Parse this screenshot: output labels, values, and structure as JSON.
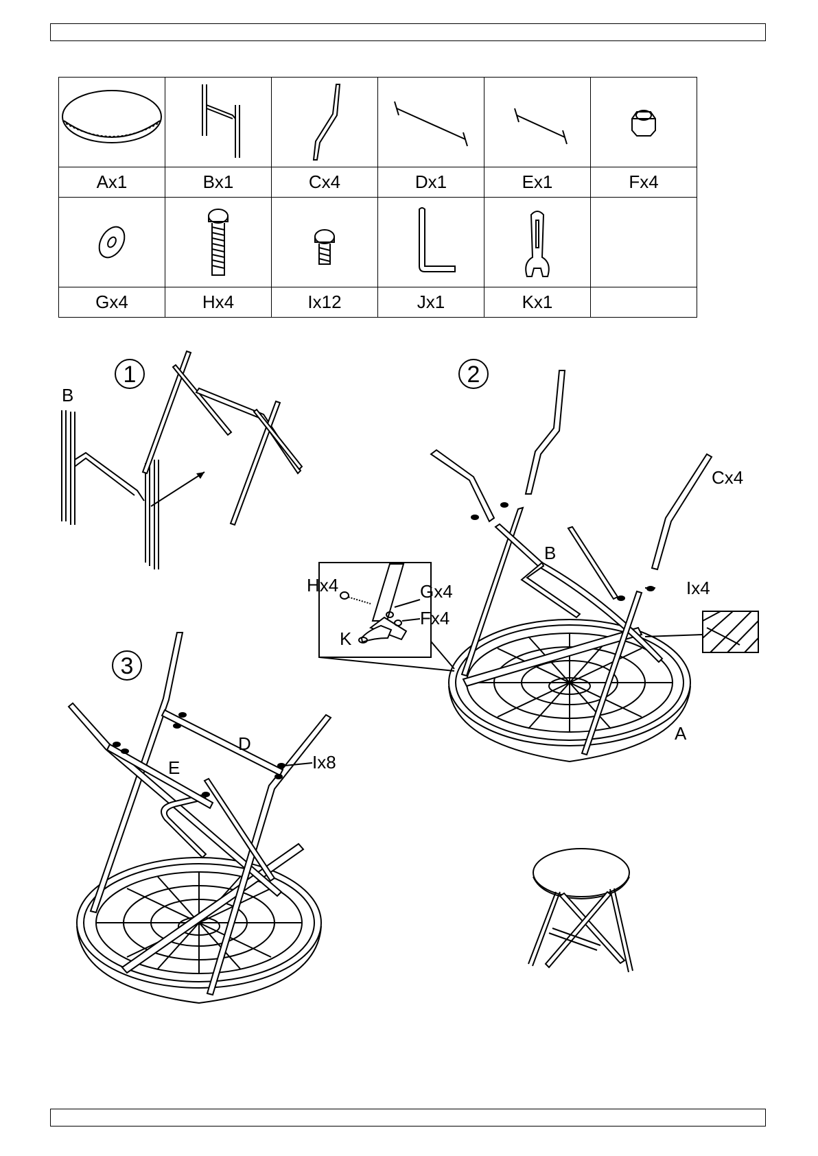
{
  "parts": {
    "row1": [
      "Ax1",
      "Bx1",
      "Cx4",
      "Dx1",
      "Ex1",
      "Fx4"
    ],
    "row2": [
      "Gx4",
      "Hx4",
      "Ix12",
      "Jx1",
      "Kx1",
      ""
    ]
  },
  "step1": {
    "number": "1",
    "label_b": "B"
  },
  "step2": {
    "number": "2",
    "label_c": "Cx4",
    "label_b": "B",
    "label_i": "Ix4",
    "label_a": "A",
    "detail": {
      "label_h": "Hx4",
      "label_g": "Gx4",
      "label_f": "Fx4",
      "label_k": "K"
    }
  },
  "step3": {
    "number": "3",
    "label_d": "D",
    "label_e": "E",
    "label_i": "Ix8"
  }
}
